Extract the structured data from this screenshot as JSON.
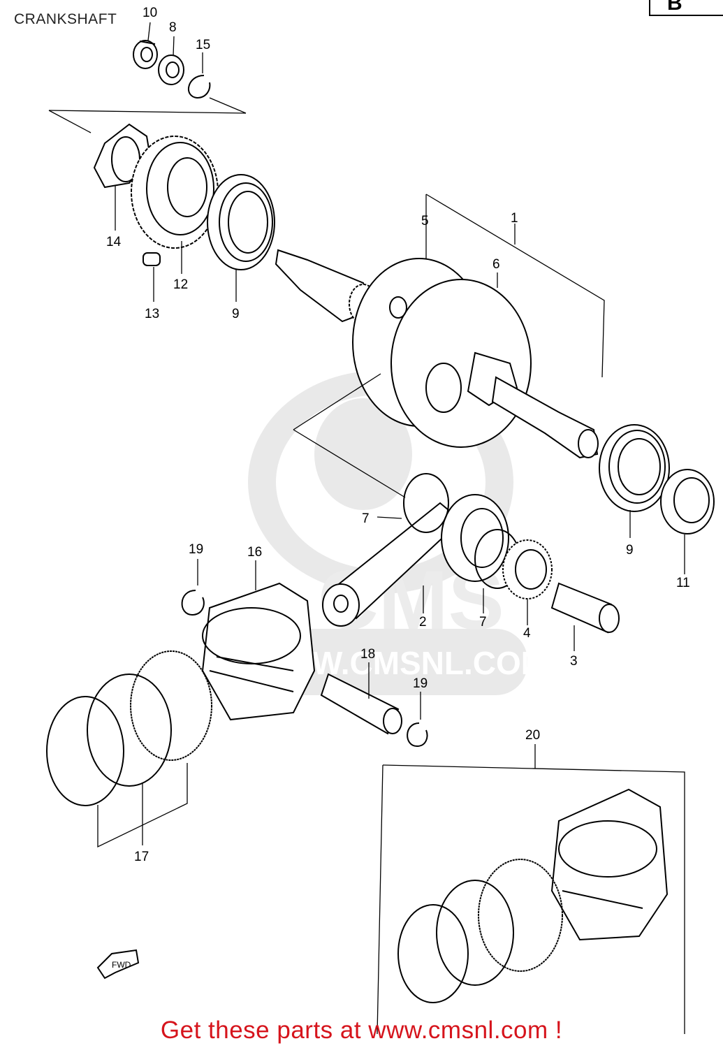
{
  "title": "CRANKSHAFT",
  "page_badge": "B",
  "footer": "Get these parts at www.cmsnl.com !",
  "watermark": {
    "brand": "CMS",
    "url": "WWW.CMSNL.COM"
  },
  "fwd_label": "FWD",
  "callouts": {
    "c1": "1",
    "c2": "2",
    "c3": "3",
    "c4": "4",
    "c5": "5",
    "c6": "6",
    "c7a": "7",
    "c7b": "7",
    "c8": "8",
    "c9a": "9",
    "c9b": "9",
    "c10": "10",
    "c11": "11",
    "c12": "12",
    "c13": "13",
    "c14": "14",
    "c15": "15",
    "c16": "16",
    "c17": "17",
    "c18": "18",
    "c19a": "19",
    "c19b": "19",
    "c20": "20"
  },
  "colors": {
    "footer": "#d6141c",
    "lines": "#000000",
    "watermark": "#e9e9e9"
  }
}
